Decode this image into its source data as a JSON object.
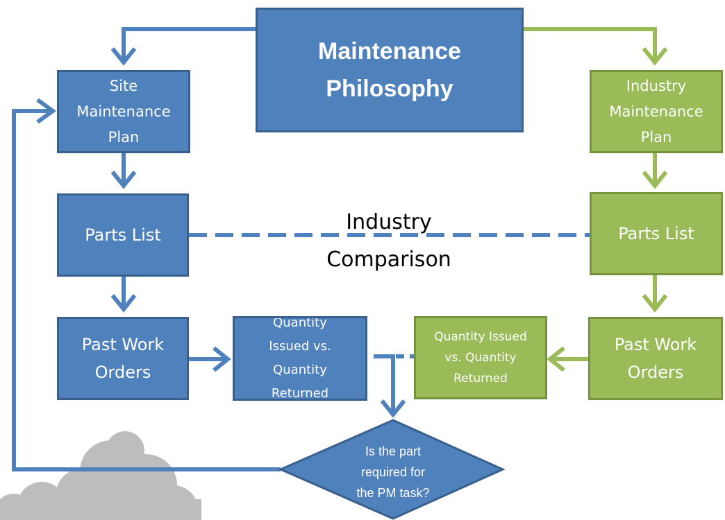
{
  "colors": {
    "blue_fill": "#4f81bd",
    "blue_border": "#395f8d",
    "green_fill": "#9bbb59",
    "green_border": "#77933c",
    "tree": "#bdbdbd"
  },
  "title": "Maintenance Philosophy",
  "site": {
    "plan": "Site Maintenance Plan",
    "parts_list": "Parts List",
    "past_work_orders": "Past Work Orders",
    "quantity_box": "Quantity Issued vs. Quantity Returned"
  },
  "industry": {
    "plan": "Industry Maintenance Plan",
    "parts_list": "Parts List",
    "past_work_orders": "Past Work Orders",
    "quantity_box": "Quantity Issued vs. Quantity Returned"
  },
  "comparison_label_line1": "Industry",
  "comparison_label_line2": "Comparison",
  "decision": "Is the part required for the PM task?"
}
